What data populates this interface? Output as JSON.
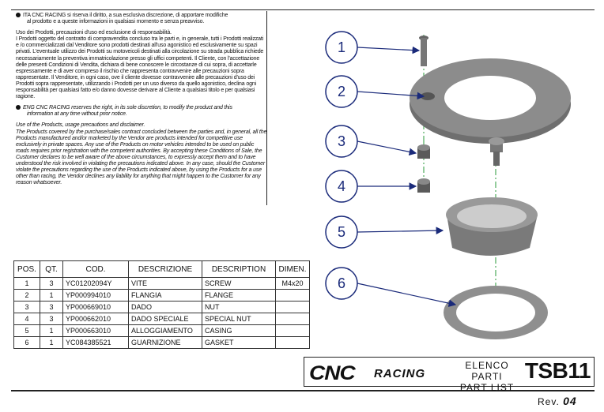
{
  "disclaimer": {
    "ita_lead": "ITA  CNC RACING si riserva il diritto, a sua esclusiva discrezione, di apportare modifiche",
    "ita_lead2": "al prodotto e a queste informazioni in qualsiasi momento e senza preavviso.",
    "ita_title": "Uso dei Prodotti, precauzioni d'uso ed esclusione di responsabilità.",
    "ita_body": "I Prodotti oggetto del contratto di compravendita concluso tra le parti e, in generale, tutti i Prodotti realizzati e /o commercializzati dal Venditore sono prodotti destinati all'uso agonistico ed esclusivamente su spazi privati. L'eventuale utilizzo dei Prodotti su motoveicoli destinati alla circolazione su strada pubblica richiede necessariamente la preventiva immatricolazione presso gli uffici competenti. Il Cliente, con l'accettazione delle presenti Condizioni di Vendita, dichiara di bene conoscere le circostanze di cui sopra, di accettarle espressamente e di aver compreso il rischio che rappresenta contravvenire alle precauzioni sopra rappresentate. Il Venditore, in ogni caso, ove il cliente dovesse contravvenire alle precauzioni d'uso dei Prodotti sopra rappresentate, utilizzando i Prodotti per un uso diverso da quello agonistico, declina ogni responsabilità per qualsiasi fatto e/o danno dovesse derivare al Cliente a qualsiasi titolo e per qualsiasi ragione.",
    "eng_lead": "ENG  CNC RACING reserves the right, in its sole discretion, to modify the product and this",
    "eng_lead2": "information at any time without prior notice.",
    "eng_title": "Use of the Products, usage precautions and disclaimer.",
    "eng_body": "The Products covered by the purchase/sales contract concluded between the parties and, in general, all the Products manufactured and/or marketed by the Vendor are products intended for competitive use exclusively in private spaces. Any use of the Products on motor vehicles intended to be used on public roads requires prior registration with the competent authorities. By accepting these Conditions of Sale, the Customer declares to be well aware of the above circumstances, to expressly accept them and to have understood the risk involved in violating the precautions indicated above. In any case, should the Customer violate the precautions regarding the use of the Products indicated above, by using the Products for a use other than racing, the Vendor declines any liability for anything that might happen to the Customer for any reason whatsoever."
  },
  "table": {
    "headers": [
      "POS.",
      "QT.",
      "COD.",
      "DESCRIZIONE",
      "DESCRIPTION",
      "DIMEN."
    ],
    "rows": [
      [
        "1",
        "3",
        "YC01202094Y",
        "VITE",
        "SCREW",
        "M4x20"
      ],
      [
        "2",
        "1",
        "YP000994010",
        "FLANGIA",
        "FLANGE",
        ""
      ],
      [
        "3",
        "3",
        "YP000669010",
        "DADO",
        "NUT",
        ""
      ],
      [
        "4",
        "3",
        "YP000662010",
        "DADO SPECIALE",
        "SPECIAL NUT",
        ""
      ],
      [
        "5",
        "1",
        "YP000663010",
        "ALLOGGIAMENTO",
        "CASING",
        ""
      ],
      [
        "6",
        "1",
        "YC084385521",
        "GUARNIZIONE",
        "GASKET",
        ""
      ]
    ]
  },
  "titleblock": {
    "logo": "CNC",
    "logo_sub": "RACING",
    "line1": "ELENCO PARTI",
    "line2": "PART LIST",
    "code": "TSB11"
  },
  "revision": {
    "label": "Rev.",
    "value": "04"
  },
  "callouts": [
    "1",
    "2",
    "3",
    "4",
    "5",
    "6"
  ],
  "colors": {
    "callout": "#1a2a7a",
    "part": "#8a8a8a",
    "axis": "#2a9a3a"
  }
}
